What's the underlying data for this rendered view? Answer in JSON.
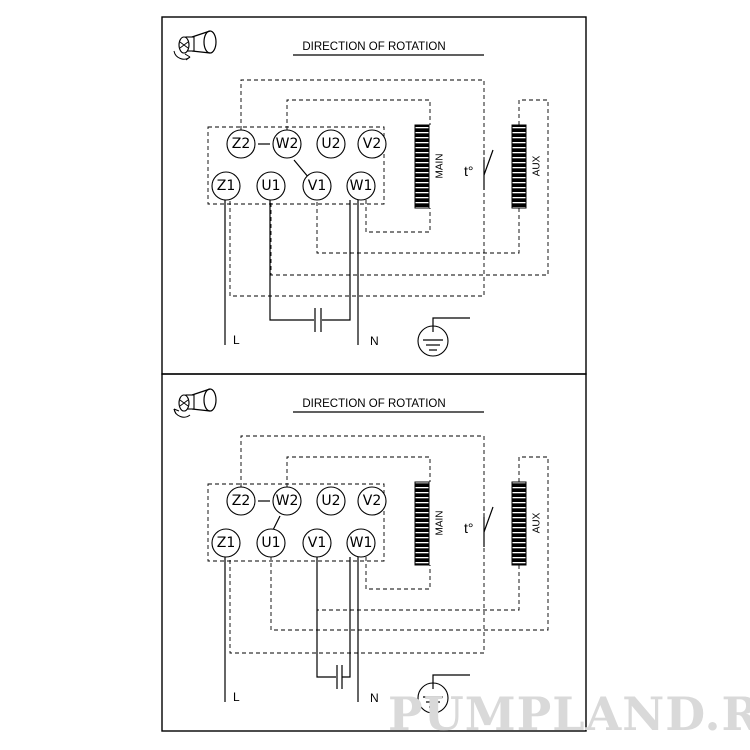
{
  "panels": [
    {
      "title": "DIRECTION OF ROTATION",
      "rotation": "counter-clockwise",
      "terminals_top": [
        "Z2",
        "W2",
        "U2",
        "V2"
      ],
      "terminals_bottom": [
        "Z1",
        "U1",
        "V1",
        "W1"
      ],
      "main_winding_label": "MAIN",
      "aux_winding_label": "AUX",
      "thermal_switch_label": "t°",
      "line_label": "L",
      "neutral_label": "N"
    },
    {
      "title": "DIRECTION OF ROTATION",
      "rotation": "clockwise",
      "terminals_top": [
        "Z2",
        "W2",
        "U2",
        "V2"
      ],
      "terminals_bottom": [
        "Z1",
        "U1",
        "V1",
        "W1"
      ],
      "main_winding_label": "MAIN",
      "aux_winding_label": "AUX",
      "thermal_switch_label": "t°",
      "line_label": "L",
      "neutral_label": "N"
    }
  ],
  "watermark": "PUMPLAND.RU"
}
